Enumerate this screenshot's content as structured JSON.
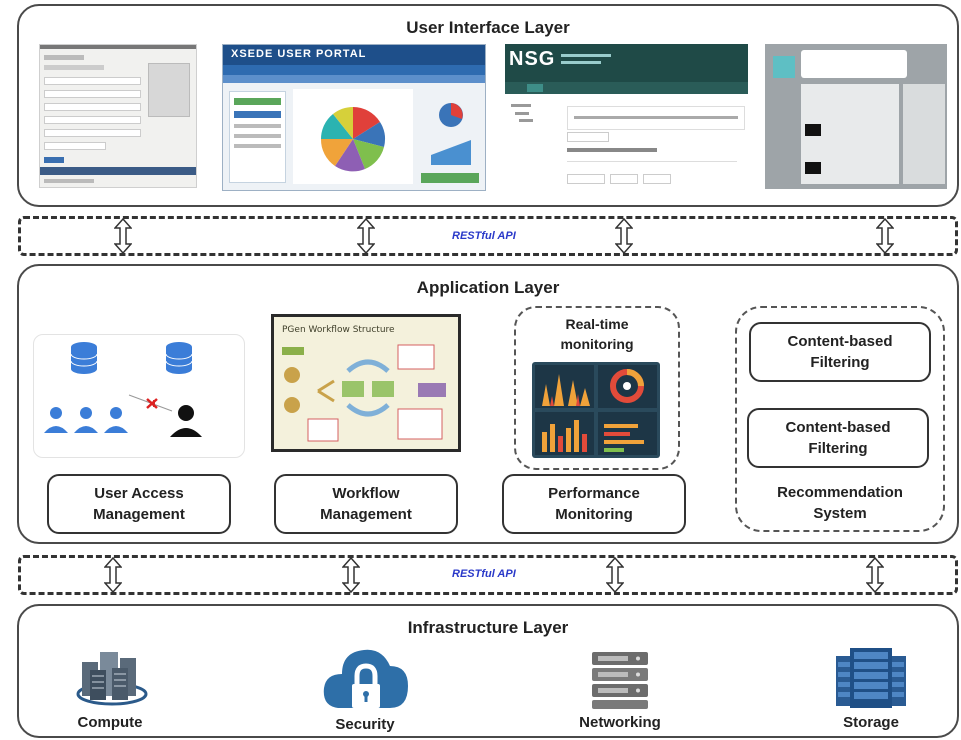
{
  "ui_layer": {
    "title": "User Interface Layer",
    "xsede_portal_title": "XSEDE USER PORTAL",
    "nsg_logo": "NSG"
  },
  "api_top": {
    "label": "RESTful API"
  },
  "app_layer": {
    "title": "Application Layer",
    "workflow_image_title": "PGen Workflow Structure",
    "realtime_label": "Real-time\nmonitoring",
    "modules": [
      {
        "label": "User Access\nManagement"
      },
      {
        "label": "Workflow\nManagement"
      },
      {
        "label": "Performance\nMonitoring"
      }
    ],
    "recommendation": {
      "filters": [
        {
          "label": "Content-based\nFiltering"
        },
        {
          "label": "Content-based\nFiltering"
        }
      ],
      "label": "Recommendation\nSystem"
    }
  },
  "api_bottom": {
    "label": "RESTful API"
  },
  "infra_layer": {
    "title": "Infrastructure Layer",
    "items": [
      {
        "label": "Compute",
        "icon": "compute-icon"
      },
      {
        "label": "Security",
        "icon": "cloud-lock-icon"
      },
      {
        "label": "Networking",
        "icon": "network-server-icon"
      },
      {
        "label": "Storage",
        "icon": "storage-icon"
      }
    ]
  },
  "colors": {
    "accent_blue": "#2b5a8a",
    "api_text": "#2a39c9",
    "nsg_green": "#1f4a47"
  }
}
